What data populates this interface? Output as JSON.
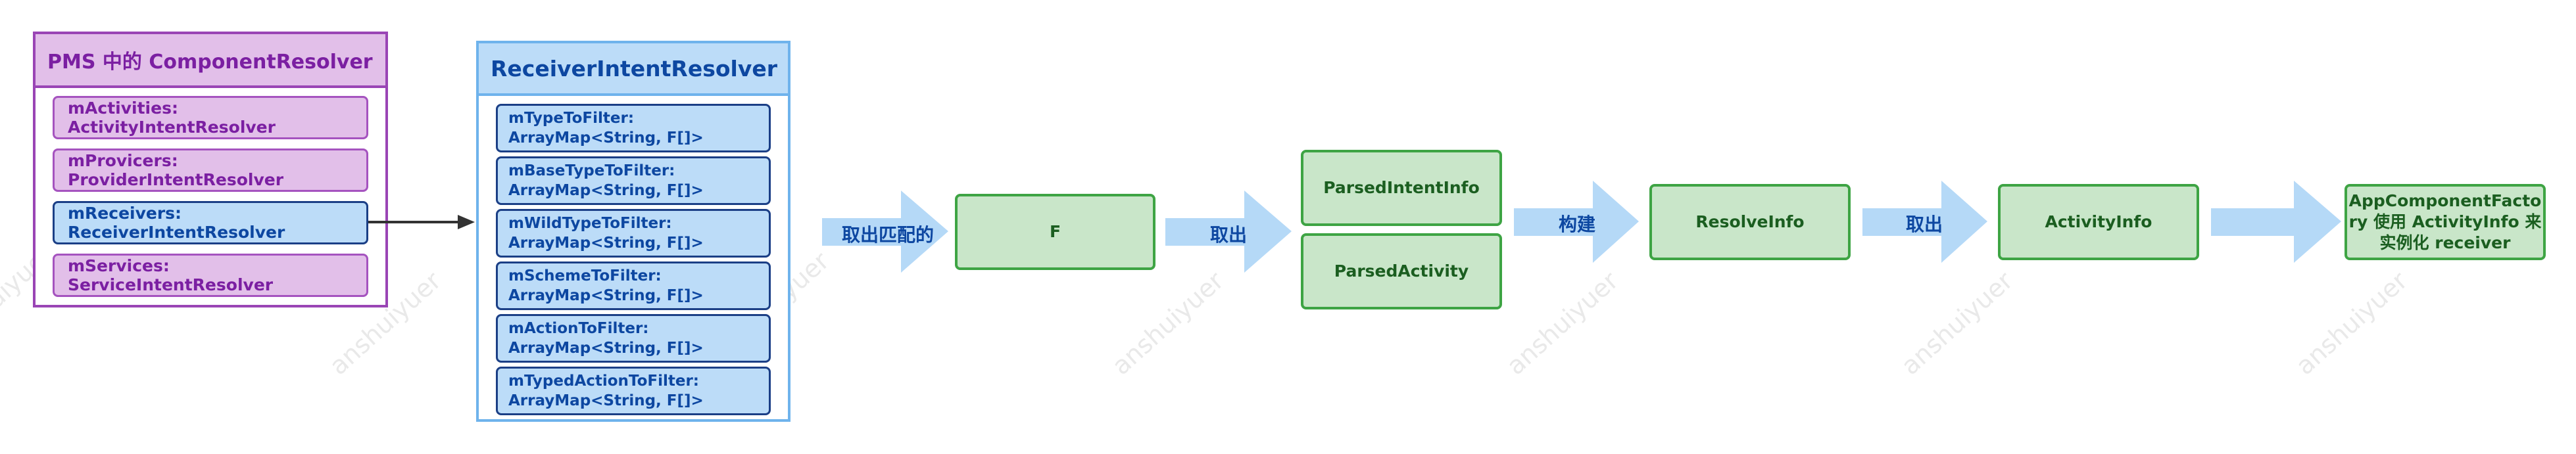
{
  "watermark": "anshuiyuer",
  "pms": {
    "title": "PMS 中的 ComponentResolver",
    "items": [
      "mActivities: ActivityIntentResolver",
      "mProvicers: ProviderIntentResolver",
      "mReceivers: ReceiverIntentResolver",
      "mServices: ServiceIntentResolver"
    ]
  },
  "receiver_resolver": {
    "title": "ReceiverIntentResolver",
    "items": [
      {
        "name": "mTypeToFilter:",
        "type": "ArrayMap<String, F[]>"
      },
      {
        "name": "mBaseTypeToFilter:",
        "type": "ArrayMap<String, F[]>"
      },
      {
        "name": "mWildTypeToFilter:",
        "type": "ArrayMap<String, F[]>"
      },
      {
        "name": "mSchemeToFilter:",
        "type": "ArrayMap<String, F[]>"
      },
      {
        "name": "mActionToFilter:",
        "type": "ArrayMap<String, F[]>"
      },
      {
        "name": "mTypedActionToFilter:",
        "type": "ArrayMap<String, F[]>"
      }
    ]
  },
  "flow": {
    "arrow_labels": [
      "取出匹配的",
      "取出",
      "构建",
      "取出",
      ""
    ],
    "f_box": "F",
    "parsed_intent_info": "ParsedIntentInfo",
    "parsed_activity": "ParsedActivity",
    "resolve_info": "ResolveInfo",
    "activity_info": "ActivityInfo",
    "app_component_factory": [
      "AppComponentFacto",
      "ry 使用 ActivityInfo 来",
      "实例化 receiver"
    ]
  },
  "colors": {
    "purple_border": "#9a45b5",
    "purple_fill": "#e2bfe9",
    "blue_border": "#1b3f86",
    "blue_fill": "#bcdcf8",
    "green_border": "#3ea444",
    "green_fill": "#c9e6c9",
    "arrow_fill": "#b5d9f7"
  }
}
